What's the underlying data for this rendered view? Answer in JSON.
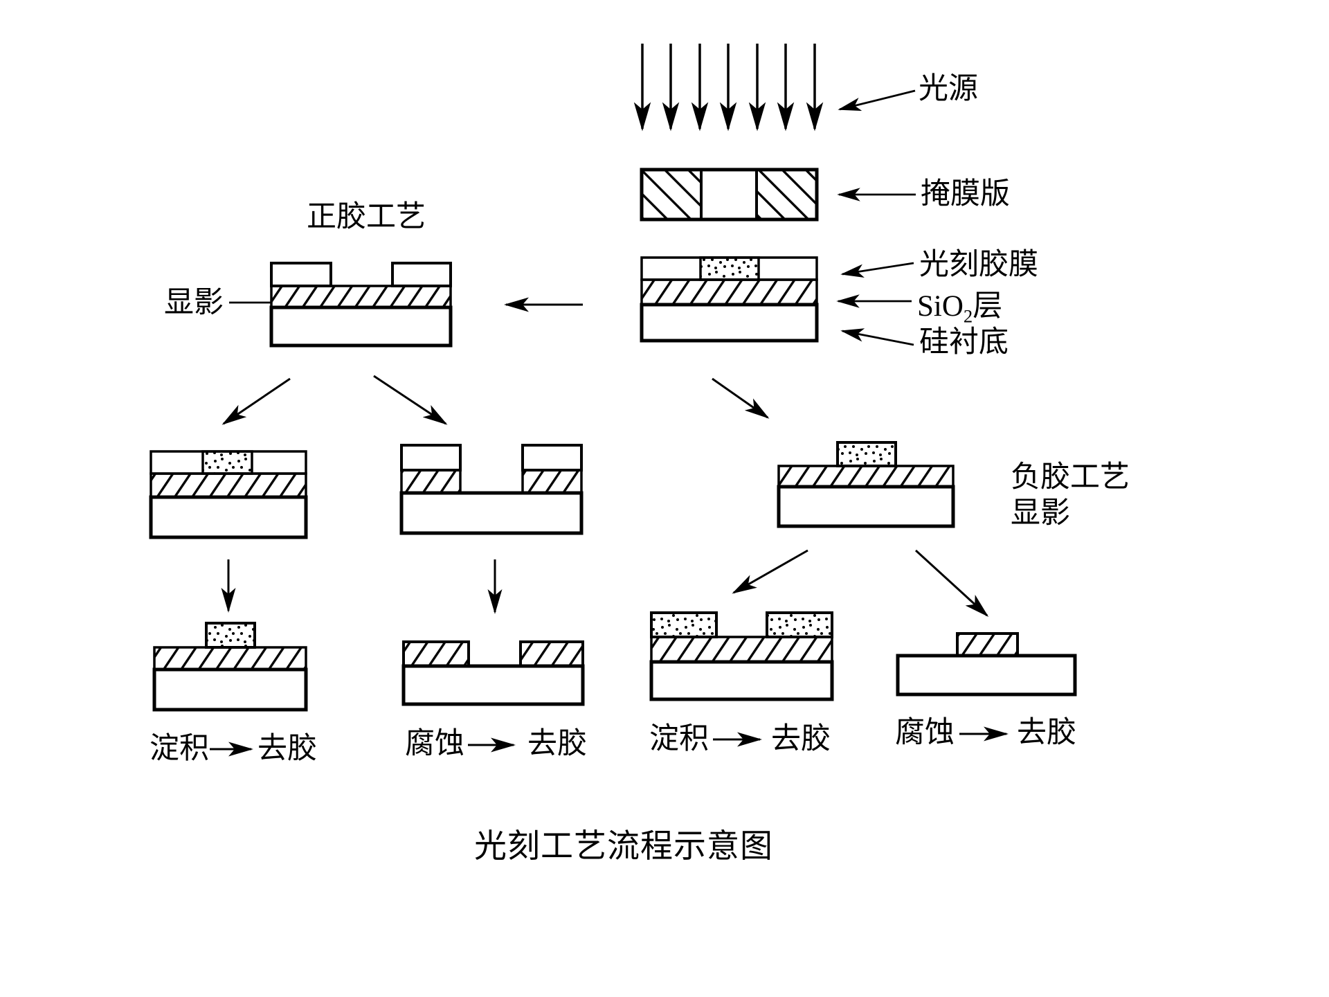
{
  "diagram_title": "光刻工艺流程示意图",
  "colors": {
    "ink": "#000000",
    "paper": "#ffffff"
  },
  "annotations": {
    "light_source": "光源",
    "mask_plate": "掩膜版",
    "photoresist_film": "光刻胶膜",
    "sio2_base": "SiO",
    "sio2_sub": "2",
    "sio2_suffix": "层",
    "silicon_substrate": "硅衬底"
  },
  "positive_process": {
    "heading": "正胶工艺",
    "develop_label": "显影",
    "deposition_step": {
      "action": "淀积",
      "then": "去胶"
    },
    "etch_step": {
      "action": "腐蚀",
      "then": "去胶"
    }
  },
  "negative_process": {
    "heading_line1": "负胶工艺",
    "heading_line2": "显影",
    "deposition_step": {
      "action": "淀积",
      "then": "去胶"
    },
    "etch_step": {
      "action": "腐蚀",
      "then": "去胶"
    }
  }
}
